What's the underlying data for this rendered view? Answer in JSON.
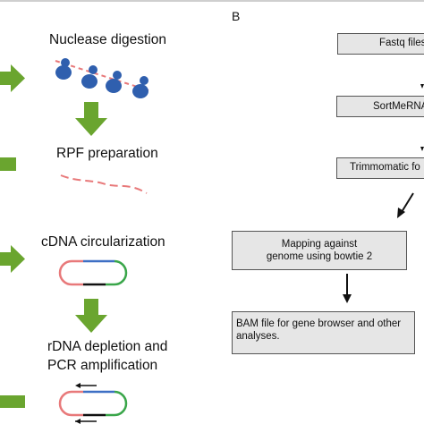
{
  "panel_b": {
    "label": "B",
    "boxes": {
      "fastq": "Fastq files from",
      "sortmerna": "SortMeRNA fo",
      "trimmomatic": "Trimmomatic fo",
      "mapping_line1": "Mapping against",
      "mapping_line2": "genome using bowtie 2",
      "bam_line1": "BAM file for gene browser and other",
      "bam_line2": "analyses."
    }
  },
  "panel_a": {
    "steps": {
      "nuclease": "Nuclease digestion",
      "rpf": "RPF preparation",
      "cdna": "cDNA circularization",
      "rdna_line1": "rDNA depletion and",
      "rdna_line2": "PCR amplification"
    }
  },
  "colors": {
    "arrow_green": "#6aa52f",
    "ribosome_blue": "#2f5fae",
    "rna_pink": "#e8797a",
    "circle_blue": "#3d6fc4",
    "circle_green": "#3aa64a",
    "box_fill": "#e6e6e6"
  }
}
